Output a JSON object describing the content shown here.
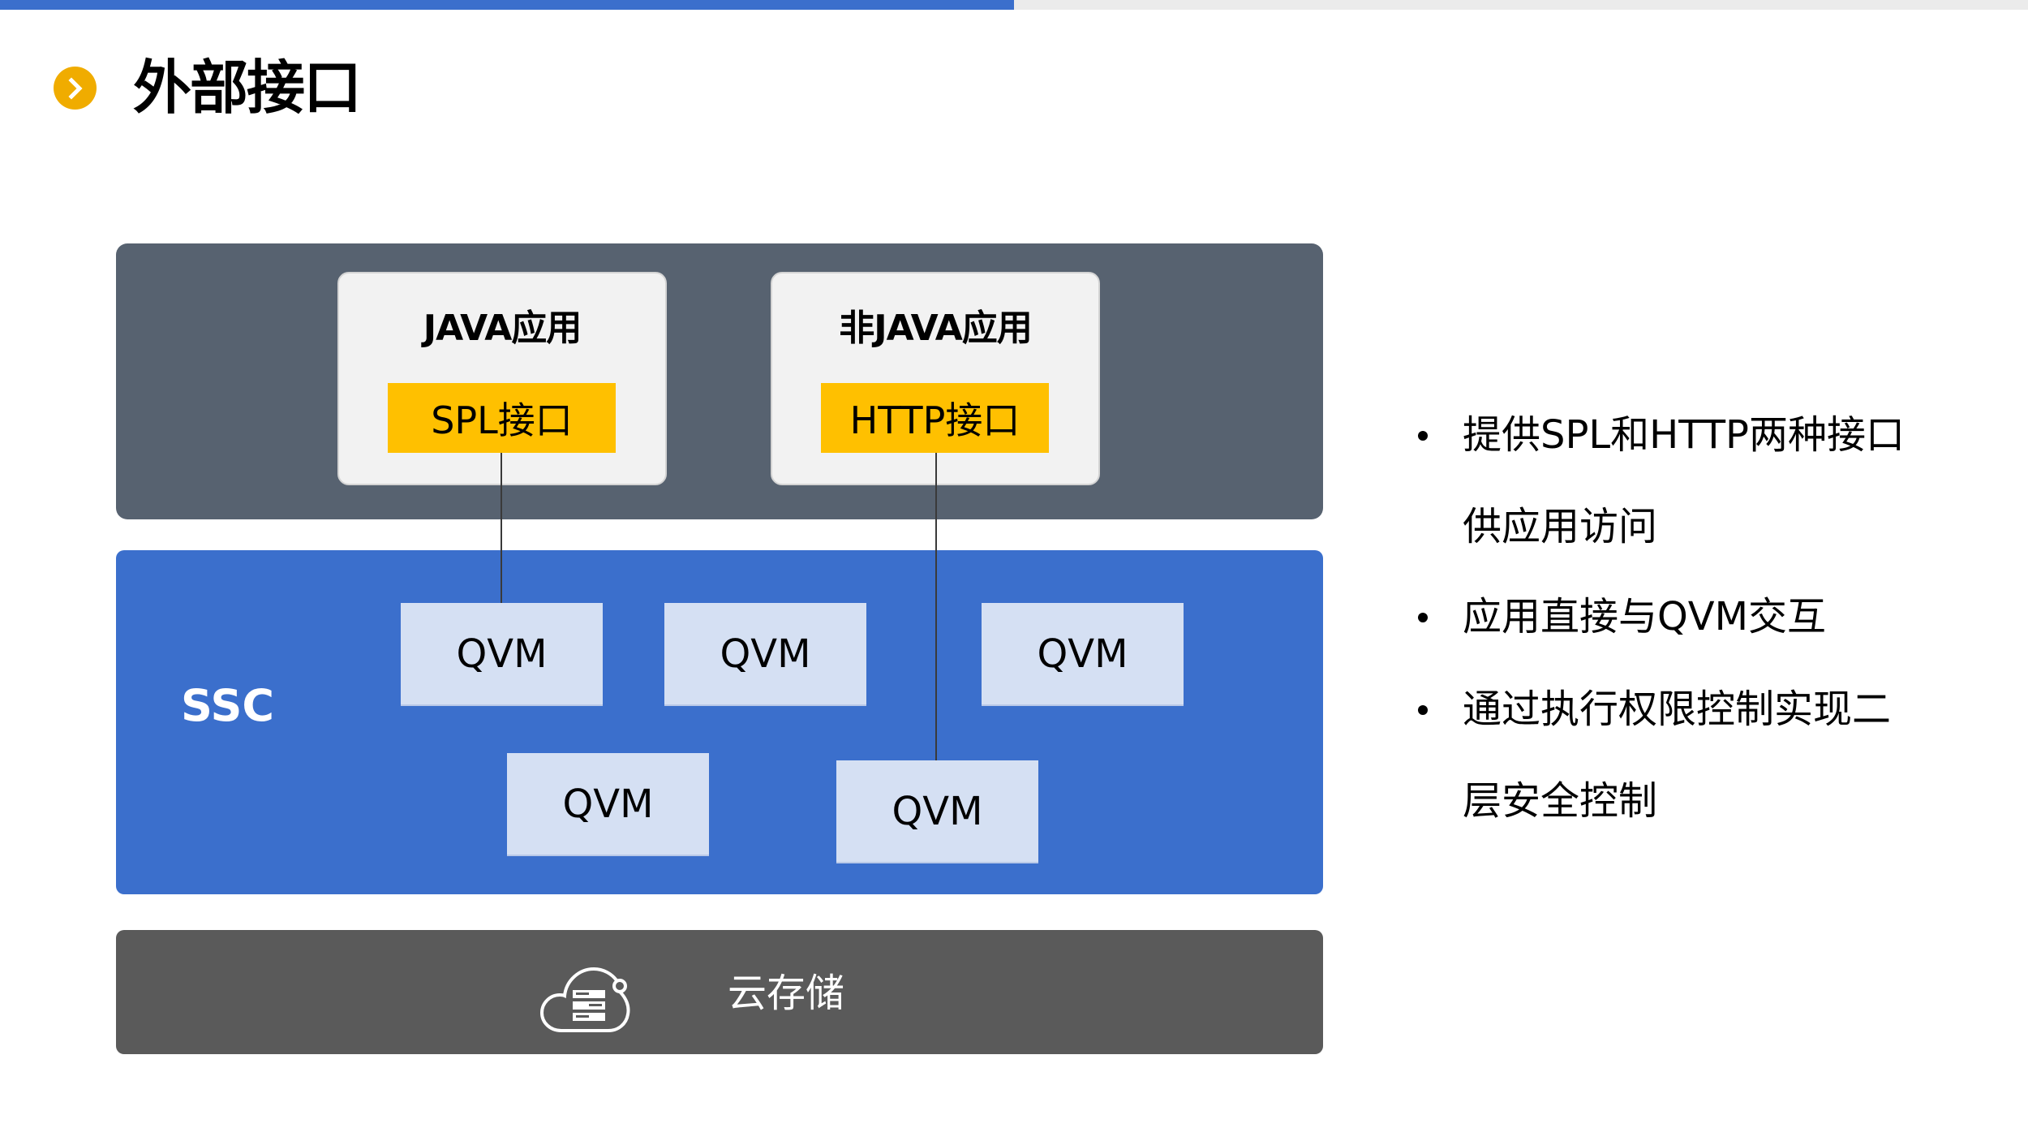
{
  "slide": {
    "title": "外部接口",
    "progress_fraction": 0.5,
    "colors": {
      "accent_blue": "#3b6fcc",
      "accent_orange": "#f0ac00",
      "interface_yellow": "#ffc000",
      "app_layer": "#576270",
      "storage_layer": "#5a5a5a",
      "qvm_fill": "#d5e0f3"
    }
  },
  "diagram": {
    "apps": [
      {
        "title": "JAVA应用",
        "interface": "SPL接口"
      },
      {
        "title": "非JAVA应用",
        "interface": "HTTP接口"
      }
    ],
    "ssc": {
      "label": "SSC",
      "qvms": [
        "QVM",
        "QVM",
        "QVM",
        "QVM",
        "QVM"
      ]
    },
    "storage": {
      "label": "云存储",
      "icon": "cloud-storage-icon"
    }
  },
  "bullets": [
    {
      "lines": [
        "提供SPL和HTTP两种接口",
        "供应用访问"
      ]
    },
    {
      "lines": [
        "应用直接与QVM交互"
      ]
    },
    {
      "lines": [
        "通过执行权限控制实现二",
        "层安全控制"
      ]
    }
  ]
}
